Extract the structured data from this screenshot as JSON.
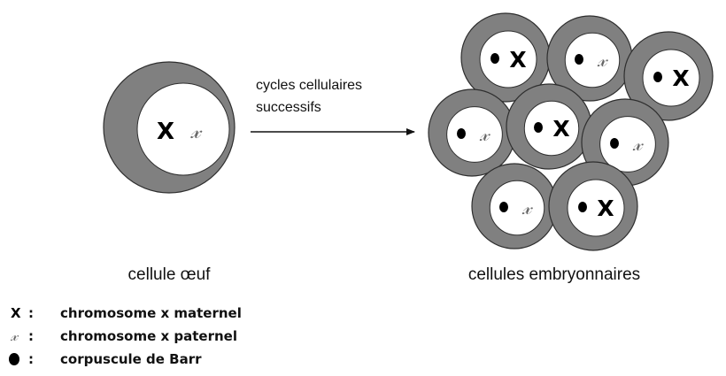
{
  "colors": {
    "cytoplasm": "#808080",
    "cell_border": "#2e2e2e",
    "nucleus": "#ffffff",
    "maternal_x": "#000000",
    "paternal_x": "#666666",
    "barr_body": "#000000"
  },
  "symbols": {
    "maternal": "X",
    "paternal": "𝓍"
  },
  "arrow": {
    "line1": "cycles cellulaires",
    "line2": "successifs"
  },
  "egg_cell": {
    "label": "cellule œuf"
  },
  "embryo": {
    "label": "cellules embryonnaires",
    "cells": [
      {
        "type": "maternal"
      },
      {
        "type": "paternal"
      },
      {
        "type": "maternal"
      },
      {
        "type": "paternal"
      },
      {
        "type": "maternal"
      },
      {
        "type": "paternal"
      },
      {
        "type": "paternal"
      },
      {
        "type": "maternal"
      }
    ]
  },
  "legend": [
    {
      "symbol": "X",
      "separator": ":",
      "text": "chromosome x maternel"
    },
    {
      "symbol": "𝓍",
      "separator": ":",
      "text": "chromosome x paternel"
    },
    {
      "symbol": "barr-dot-icon",
      "separator": ":",
      "text": "corpuscule de Barr"
    }
  ]
}
